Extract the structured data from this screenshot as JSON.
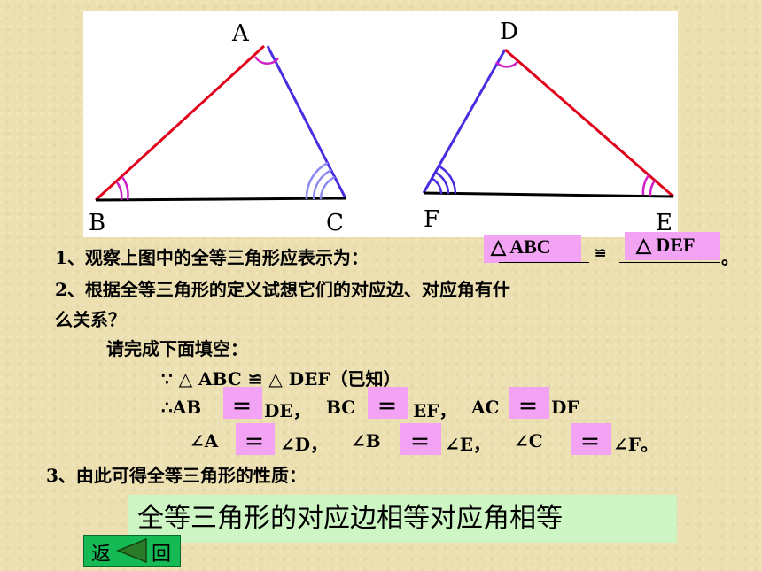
{
  "figure": {
    "labels": {
      "A": "A",
      "B": "B",
      "C": "C",
      "D": "D",
      "E": "E",
      "F": "F"
    },
    "colors": {
      "red": "#e0001c",
      "blue": "#4a2de0",
      "magenta": "#d01ec8",
      "lavender": "#8c8cf0"
    }
  },
  "q1": {
    "text": "1、观察上图中的全等三角形应表示为：",
    "ans1": "△ ABC",
    "sym": "≌",
    "ans2": "△ DEF",
    "end": "。"
  },
  "q2": {
    "line1": "2、根据全等三角形的定义试想它们的对应边、对应角有什",
    "line2": "么关系？",
    "prompt": "请完成下面填空："
  },
  "given": {
    "because": "∵ △ ABC ≌ △ DEF（已知）"
  },
  "sides": {
    "therefore": "∴AB",
    "de": "DE，",
    "bc": "BC",
    "ef": "EF，",
    "ac": "AC",
    "df": "DF",
    "eq1": "＝",
    "eq2": "＝",
    "eq3": "＝"
  },
  "angles": {
    "a": "∠A",
    "d": "∠D，",
    "b": "∠B",
    "e": "∠E，",
    "c": "∠C",
    "f": "∠F。",
    "eq1": "＝",
    "eq2": "＝",
    "eq3": "＝"
  },
  "q3": {
    "text": "3、由此可得全等三角形的性质："
  },
  "conclusion": "全等三角形的对应边相等对应角相等",
  "nav": {
    "back_left": "返",
    "back_right": "回"
  },
  "colors": {
    "highlight": "#f3a3f3",
    "conclusion_bg": "#cdf6c4",
    "nav_bg": "#15ba55",
    "figure_bg": "#ffffff"
  }
}
